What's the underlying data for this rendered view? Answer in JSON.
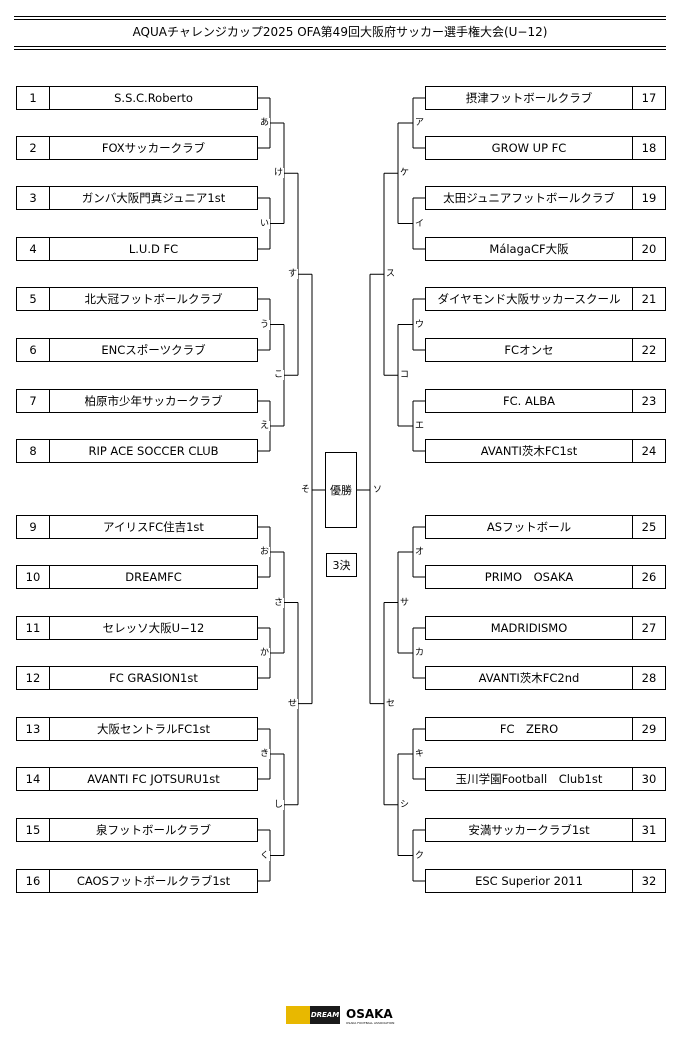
{
  "title": "AQUAチャレンジカップ2025 OFA第49回大阪府サッカー選手権大会(U−12)",
  "left_teams": [
    {
      "num": "1",
      "name": "S.S.C.Roberto"
    },
    {
      "num": "2",
      "name": "FOXサッカークラブ"
    },
    {
      "num": "3",
      "name": "ガンバ大阪門真ジュニア1st"
    },
    {
      "num": "4",
      "name": "L.U.D FC"
    },
    {
      "num": "5",
      "name": "北大冠フットボールクラブ"
    },
    {
      "num": "6",
      "name": "ENCスポーツクラブ"
    },
    {
      "num": "7",
      "name": "柏原市少年サッカークラブ"
    },
    {
      "num": "8",
      "name": "RIP ACE SOCCER CLUB"
    },
    {
      "num": "9",
      "name": "アイリスFC住吉1st"
    },
    {
      "num": "10",
      "name": "DREAMFC"
    },
    {
      "num": "11",
      "name": "セレッソ大阪U−12"
    },
    {
      "num": "12",
      "name": "FC GRASION1st"
    },
    {
      "num": "13",
      "name": "大阪セントラルFC1st"
    },
    {
      "num": "14",
      "name": "AVANTI FC JOTSURU1st"
    },
    {
      "num": "15",
      "name": "泉フットボールクラブ"
    },
    {
      "num": "16",
      "name": "CAOSフットボールクラブ1st"
    }
  ],
  "right_teams": [
    {
      "num": "17",
      "name": "摂津フットボールクラブ"
    },
    {
      "num": "18",
      "name": "GROW UP FC"
    },
    {
      "num": "19",
      "name": "太田ジュニアフットボールクラブ"
    },
    {
      "num": "20",
      "name": "MálagaCF大阪"
    },
    {
      "num": "21",
      "name": "ダイヤモンド大阪サッカースクール"
    },
    {
      "num": "22",
      "name": "FCオンセ"
    },
    {
      "num": "23",
      "name": "FC. ALBA"
    },
    {
      "num": "24",
      "name": "AVANTI茨木FC1st"
    },
    {
      "num": "25",
      "name": "ASフットボール"
    },
    {
      "num": "26",
      "name": "PRIMO　OSAKA"
    },
    {
      "num": "27",
      "name": "MADRIDISMO"
    },
    {
      "num": "28",
      "name": "AVANTI茨木FC2nd"
    },
    {
      "num": "29",
      "name": "FC　ZERO"
    },
    {
      "num": "30",
      "name": "玉川学園Football　Club1st"
    },
    {
      "num": "31",
      "name": "安満サッカークラブ1st"
    },
    {
      "num": "32",
      "name": "ESC Superior 2011"
    }
  ],
  "left_labels": {
    "r1": [
      "あ",
      "い",
      "う",
      "え",
      "お",
      "か",
      "き",
      "く"
    ],
    "r2": [
      "け",
      "こ",
      "さ",
      "し"
    ],
    "r3": [
      "す",
      "せ"
    ],
    "r4": "そ"
  },
  "right_labels": {
    "r1": [
      "ア",
      "イ",
      "ウ",
      "エ",
      "オ",
      "カ",
      "キ",
      "ク"
    ],
    "r2": [
      "ケ",
      "コ",
      "サ",
      "シ"
    ],
    "r3": [
      "ス",
      "セ"
    ],
    "r4": "ソ"
  },
  "final_label": "優勝",
  "third_place_label": "3決",
  "logos": {
    "jfa_text": "DREAM",
    "osaka_text": "OSAKA",
    "osaka_sub": "OSAKA FOOTBALL ASSOCIATION"
  }
}
